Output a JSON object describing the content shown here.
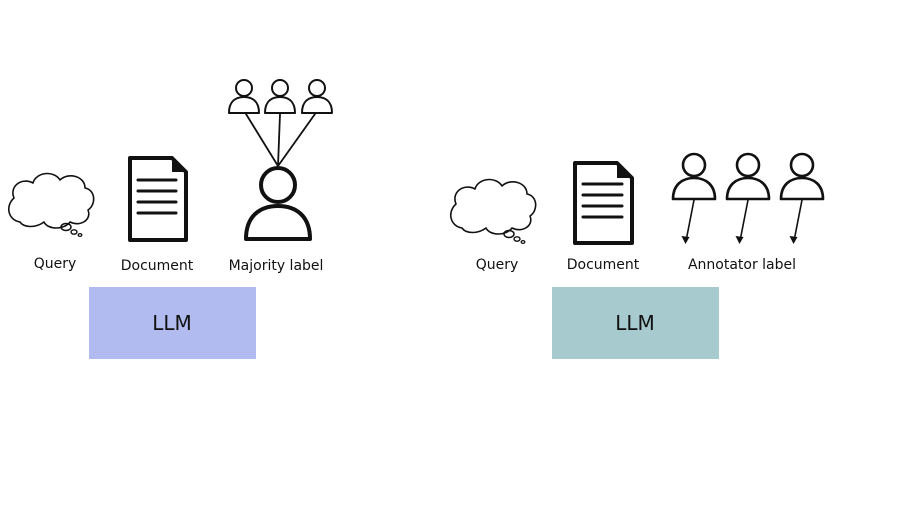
{
  "left_panel": {
    "query_label": "Query",
    "document_label": "Document",
    "label_label": "Majority label",
    "llm_label": "LLM",
    "llm_color": "#b1bbf0"
  },
  "right_panel": {
    "query_label": "Query",
    "document_label": "Document",
    "label_label": "Annotator label",
    "llm_label": "LLM",
    "llm_color": "#a7cace"
  },
  "icons": {
    "query": "thought-cloud-icon",
    "document": "document-icon",
    "majority": "person-with-three-annotators-icon",
    "annotators": "three-annotators-with-arrows-icon"
  }
}
